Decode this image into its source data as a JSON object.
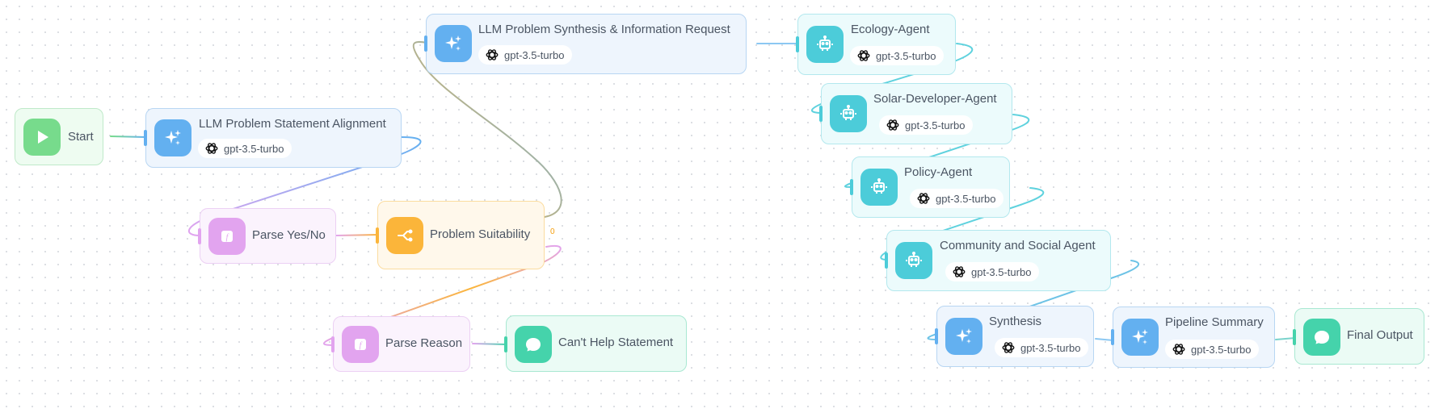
{
  "model_label": "gpt-3.5-turbo",
  "nodes": {
    "start": {
      "title": "Start"
    },
    "alignment": {
      "title": "LLM Problem Statement Alignment",
      "model": "gpt-3.5-turbo"
    },
    "parse_yes_no": {
      "title": "Parse Yes/No"
    },
    "suitability": {
      "title": "Problem Suitability",
      "branch_label": "0"
    },
    "parse_reason": {
      "title": "Parse Reason"
    },
    "cant_help": {
      "title": "Can't Help Statement"
    },
    "synthesis_request": {
      "title": "LLM Problem Synthesis & Information Request",
      "model": "gpt-3.5-turbo"
    },
    "ecology": {
      "title": "Ecology-Agent",
      "model": "gpt-3.5-turbo"
    },
    "solar": {
      "title": "Solar-Developer-Agent",
      "model": "gpt-3.5-turbo"
    },
    "policy": {
      "title": "Policy-Agent",
      "model": "gpt-3.5-turbo"
    },
    "community": {
      "title": "Community and Social Agent",
      "model": "gpt-3.5-turbo"
    },
    "synthesis": {
      "title": "Synthesis",
      "model": "gpt-3.5-turbo"
    },
    "pipeline_summary": {
      "title": "Pipeline Summary",
      "model": "gpt-3.5-turbo"
    },
    "final_output": {
      "title": "Final Output"
    }
  },
  "colors": {
    "start": "#77db8c",
    "llm": "#63b0f0",
    "agent": "#4cccd9",
    "parse": "#e2a4ef",
    "condition": "#fbb53a",
    "output": "#45d3ab"
  },
  "icons": {
    "start": "play-icon",
    "llm": "sparkle-icon",
    "agent": "robot-icon",
    "parse": "function-icon",
    "condition": "branch-icon",
    "output": "chat-bubble-icon",
    "model": "openai-logo-icon"
  }
}
